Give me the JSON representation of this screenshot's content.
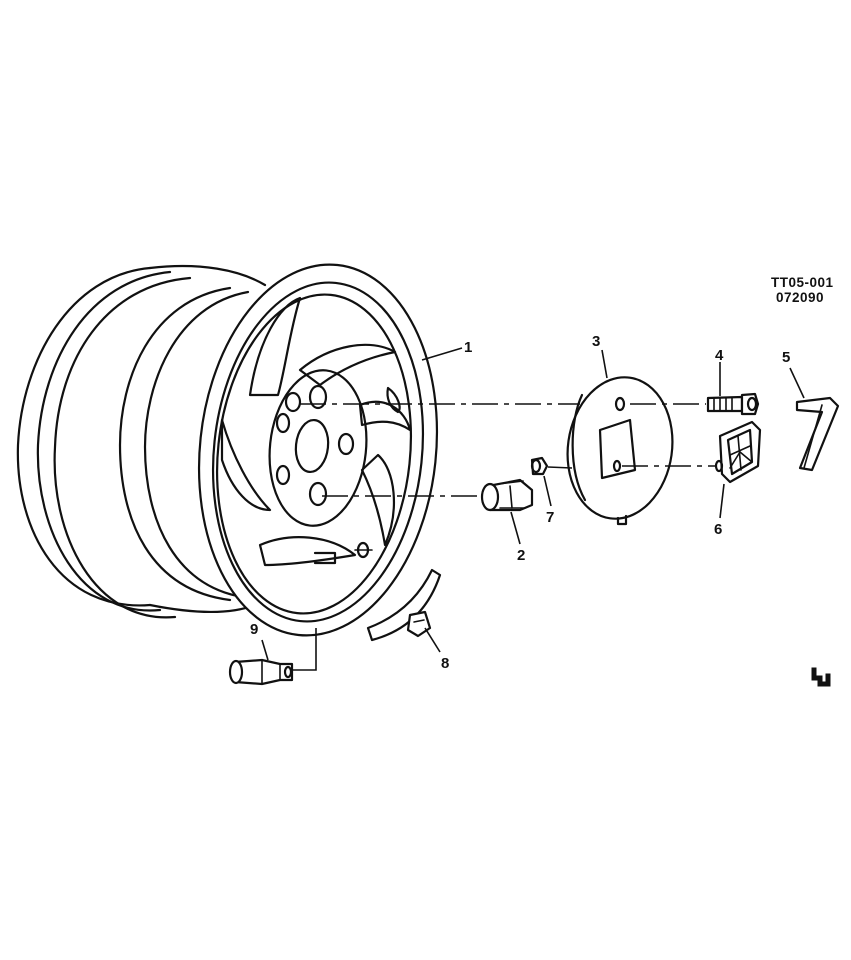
{
  "figure_id": "TT05-001",
  "figure_date": "072090",
  "callouts": {
    "c1": "1",
    "c2": "2",
    "c3": "3",
    "c4": "4",
    "c5": "5",
    "c6": "6",
    "c7": "7",
    "c8": "8",
    "c9": "9"
  },
  "icons": {
    "corner_mark": "logo-mark-icon"
  }
}
